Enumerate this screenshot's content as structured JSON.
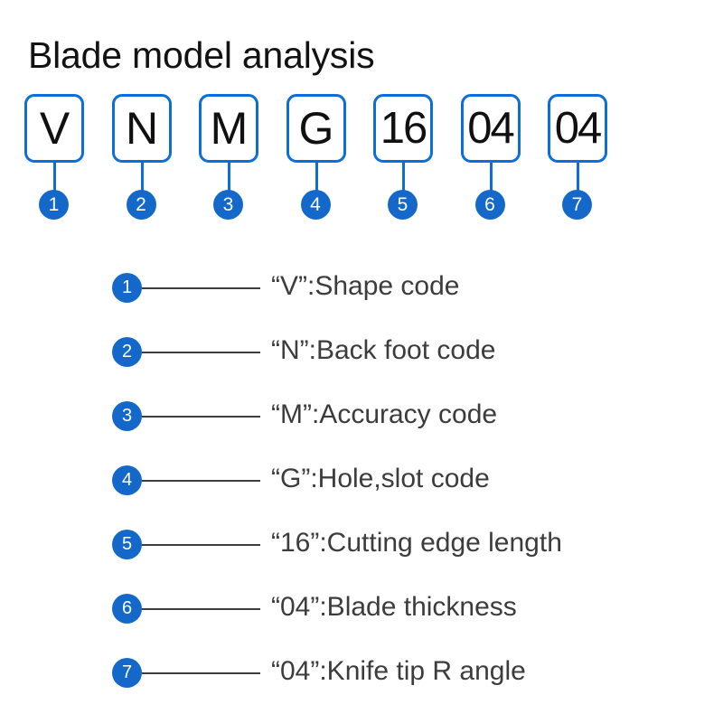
{
  "title": "Blade model analysis",
  "colors": {
    "box_border": "#0d6ddb",
    "badge_fill": "#1468ca",
    "badge_text": "#ffffff",
    "title_text": "#121212",
    "legend_text": "#3c3c3c",
    "leader_line": "#3d3d3d",
    "background": "#ffffff"
  },
  "code_boxes": [
    {
      "value": "V",
      "badge": "1"
    },
    {
      "value": "N",
      "badge": "2"
    },
    {
      "value": "M",
      "badge": "3"
    },
    {
      "value": "G",
      "badge": "4"
    },
    {
      "value": "16",
      "badge": "5"
    },
    {
      "value": "04",
      "badge": "6"
    },
    {
      "value": "04",
      "badge": "7"
    }
  ],
  "legend": [
    {
      "badge": "1",
      "text": "“V”:Shape code"
    },
    {
      "badge": "2",
      "text": "“N”:Back foot code"
    },
    {
      "badge": "3",
      "text": "“M”:Accuracy code"
    },
    {
      "badge": "4",
      "text": "“G”:Hole,slot code"
    },
    {
      "badge": "5",
      "text": "“16”:Cutting edge length"
    },
    {
      "badge": "6",
      "text": "“04”:Blade thickness"
    },
    {
      "badge": "7",
      "text": "“04”:Knife tip R angle"
    }
  ]
}
